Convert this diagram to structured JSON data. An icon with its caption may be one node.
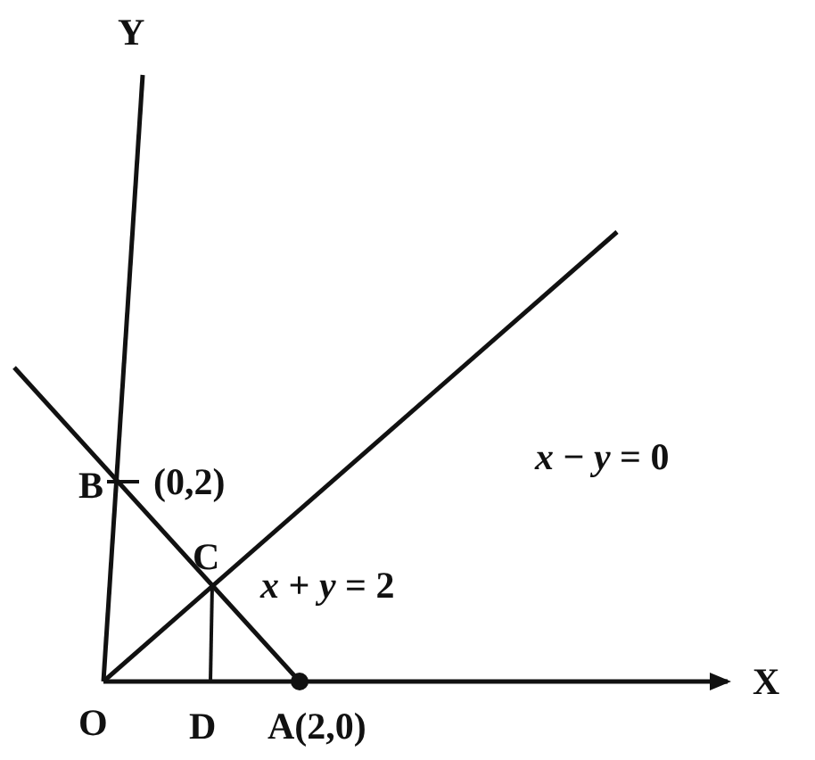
{
  "diagram": {
    "labels": [
      "Y",
      "B",
      "(0,2)",
      "*x* − *y* = 0",
      "C",
      "*x* + *y* = 2",
      "O",
      "D",
      "A(2,0)",
      "X"
    ]
  }
}
